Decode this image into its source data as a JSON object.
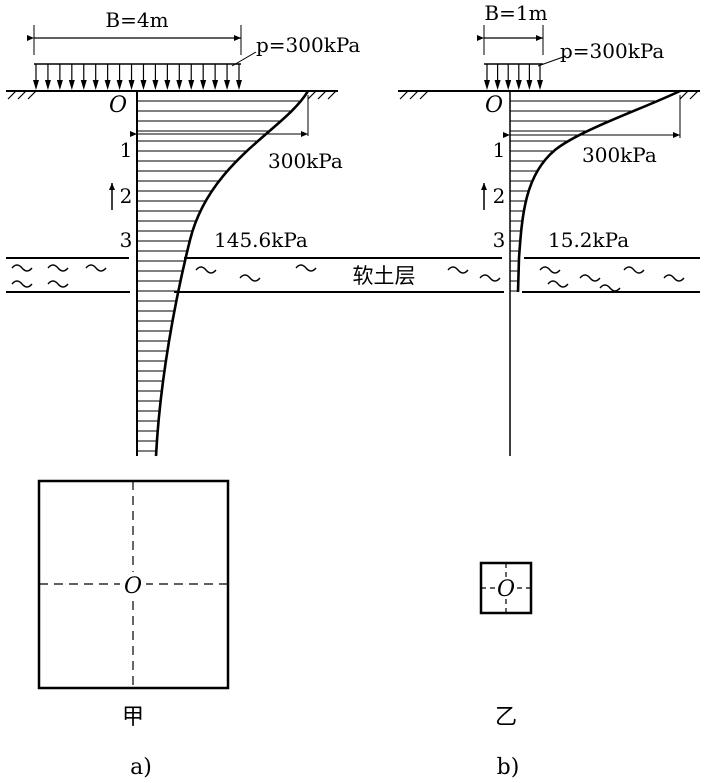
{
  "panel_a": {
    "width_label": "B=4m",
    "load_label": "p=300kPa",
    "origin_label": "O",
    "depth_labels": [
      "1",
      "2",
      "3"
    ],
    "top_stress_label": "300kPa",
    "layer_stress_label": "145.6kPa",
    "soft_layer_label": "软土层",
    "plan_label": "甲",
    "caption": "a)"
  },
  "panel_b": {
    "width_label": "B=1m",
    "load_label": "p=300kPa",
    "origin_label": "O",
    "depth_labels": [
      "1",
      "2",
      "3"
    ],
    "top_stress_label": "300kPa",
    "layer_stress_label": "15.2kPa",
    "plan_label": "乙",
    "caption": "b)"
  }
}
